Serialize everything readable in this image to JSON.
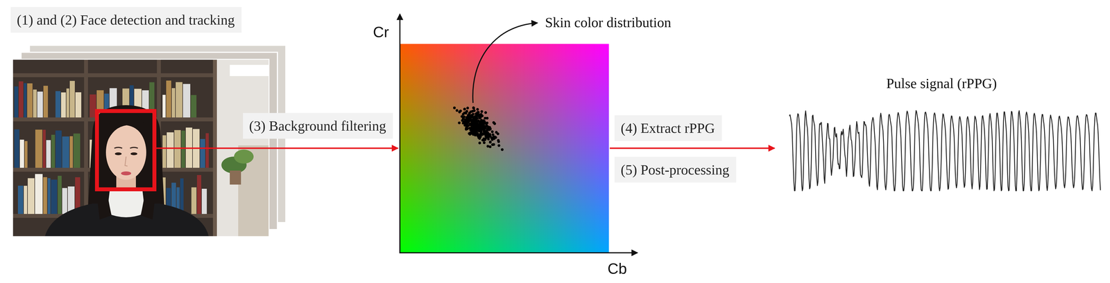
{
  "diagram": {
    "nodes": [
      {
        "text": [
          "(1) and (2) Face detection and tracking"
        ]
      },
      {
        "text": [
          "(3) Background filtering"
        ]
      },
      {
        "text": [
          "(4) Extract rPPG"
        ]
      },
      {
        "text": [
          "(5) Post-processing"
        ]
      }
    ],
    "labels": [
      "Cr",
      "Cb",
      "Skin color distribution",
      "Pulse signal (rPPG)"
    ]
  }
}
